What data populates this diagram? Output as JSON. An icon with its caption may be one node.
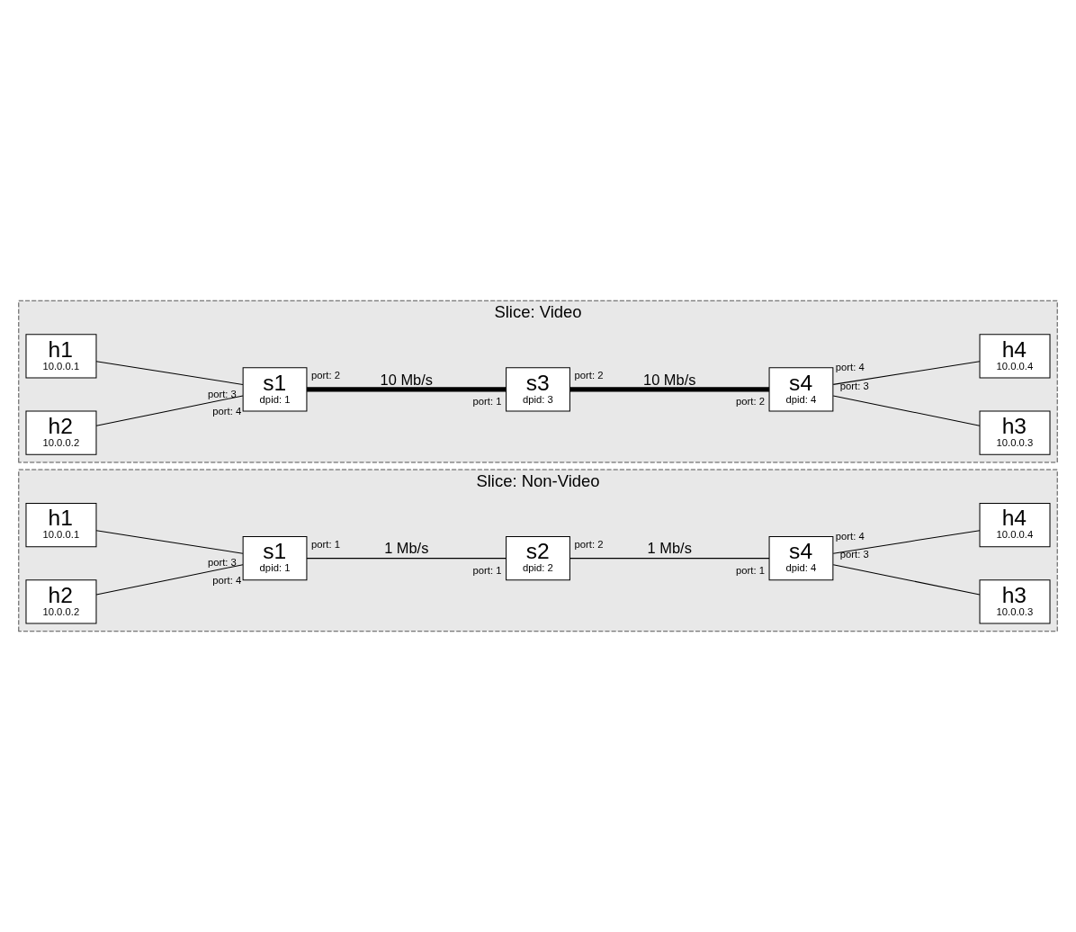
{
  "diagram": {
    "nodes": [
      {
        "text": [
          "Slice: Non-Video"
        ]
      },
      {
        "text": [
          "s2",
          "dpid: 2"
        ],
        "in": 0
      },
      {
        "text": [
          "h1",
          "10.0.0.1"
        ],
        "in": 0
      },
      {
        "text": [
          "h3",
          "10.0.0.3"
        ],
        "in": 0
      },
      {
        "text": [
          "s1",
          "dpid: 1"
        ],
        "in": 0
      },
      {
        "text": [
          "s4",
          "dpid: 4"
        ],
        "in": 0
      },
      {
        "text": [
          "h2",
          "10.0.0.2"
        ],
        "in": 0
      },
      {
        "text": [
          "h4",
          "10.0.0.4"
        ],
        "in": 0
      },
      {
        "text": [
          "Slice: Video"
        ]
      },
      {
        "text": [
          "h1",
          "10.0.0.1"
        ],
        "in": 8
      },
      {
        "text": [
          "h3",
          "10.0.0.3"
        ],
        "in": 8
      },
      {
        "text": [
          "s1",
          "dpid: 1"
        ],
        "in": 8
      },
      {
        "text": [
          "s4",
          "dpid: 4"
        ],
        "in": 8
      },
      {
        "text": [
          "h2",
          "10.0.0.2"
        ],
        "in": 8
      },
      {
        "text": [
          "h4",
          "10.0.0.4"
        ],
        "in": 8
      },
      {
        "text": [
          "s3",
          "dpid: 3"
        ],
        "in": 8
      }
    ],
    "edges": [
      {
        "from": 2,
        "to": 4,
        "arrow": "none"
      },
      {
        "from": 6,
        "to": 4,
        "arrow": "none"
      },
      {
        "from": 4,
        "to": 1,
        "arrow": "none",
        "label": "1 Mb/s"
      },
      {
        "from": 1,
        "to": 5,
        "arrow": "none",
        "label": "1 Mb/s"
      },
      {
        "from": 5,
        "to": 3,
        "arrow": "none"
      },
      {
        "from": 5,
        "to": 7,
        "arrow": "none"
      },
      {
        "from": 9,
        "to": 11,
        "arrow": "none"
      },
      {
        "from": 13,
        "to": 11,
        "arrow": "none"
      },
      {
        "from": 11,
        "to": 15,
        "arrow": "none",
        "label": "10 Mb/s",
        "style": "thick"
      },
      {
        "from": 15,
        "to": 12,
        "arrow": "none",
        "label": "10 Mb/s",
        "style": "thick"
      },
      {
        "from": 12,
        "to": 10,
        "arrow": "none"
      },
      {
        "from": 12,
        "to": 14,
        "arrow": "none"
      }
    ],
    "labels": [
      "port: 1",
      "port: 2",
      "port: 3",
      "port: 1",
      "port: 1",
      "port: 3",
      "port: 4",
      "port: 4",
      "port: 3",
      "port: 3",
      "port: 4",
      "port: 2",
      "port: 2",
      "port: 4",
      "port: 1",
      "port: 2"
    ]
  }
}
